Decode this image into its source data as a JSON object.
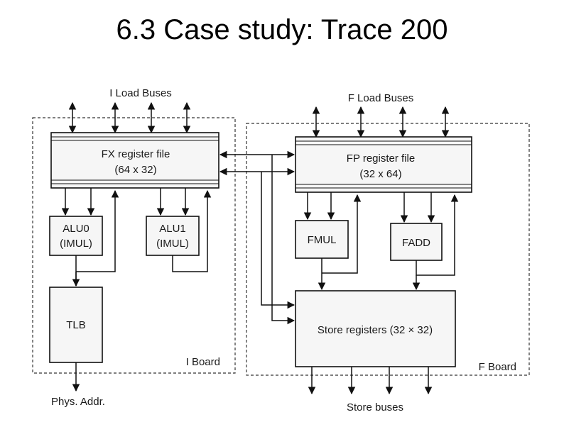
{
  "title": "6.3 Case study: Trace 200",
  "diagram": {
    "i_load_buses": "I Load Buses",
    "f_load_buses": "F Load Buses",
    "fx_register_file": {
      "line1": "FX register file",
      "line2": "(64 x 32)"
    },
    "fp_register_file": {
      "line1": "FP register file",
      "line2": "(32 x 64)"
    },
    "alu0": {
      "line1": "ALU0",
      "line2": "(IMUL)"
    },
    "alu1": {
      "line1": "ALU1",
      "line2": "(IMUL)"
    },
    "fmul": "FMUL",
    "fadd": "FADD",
    "tlb": "TLB",
    "store_registers": "Store registers (32 × 32)",
    "i_board": "I Board",
    "f_board": "F Board",
    "phys_addr": "Phys. Addr.",
    "store_buses": "Store buses"
  }
}
